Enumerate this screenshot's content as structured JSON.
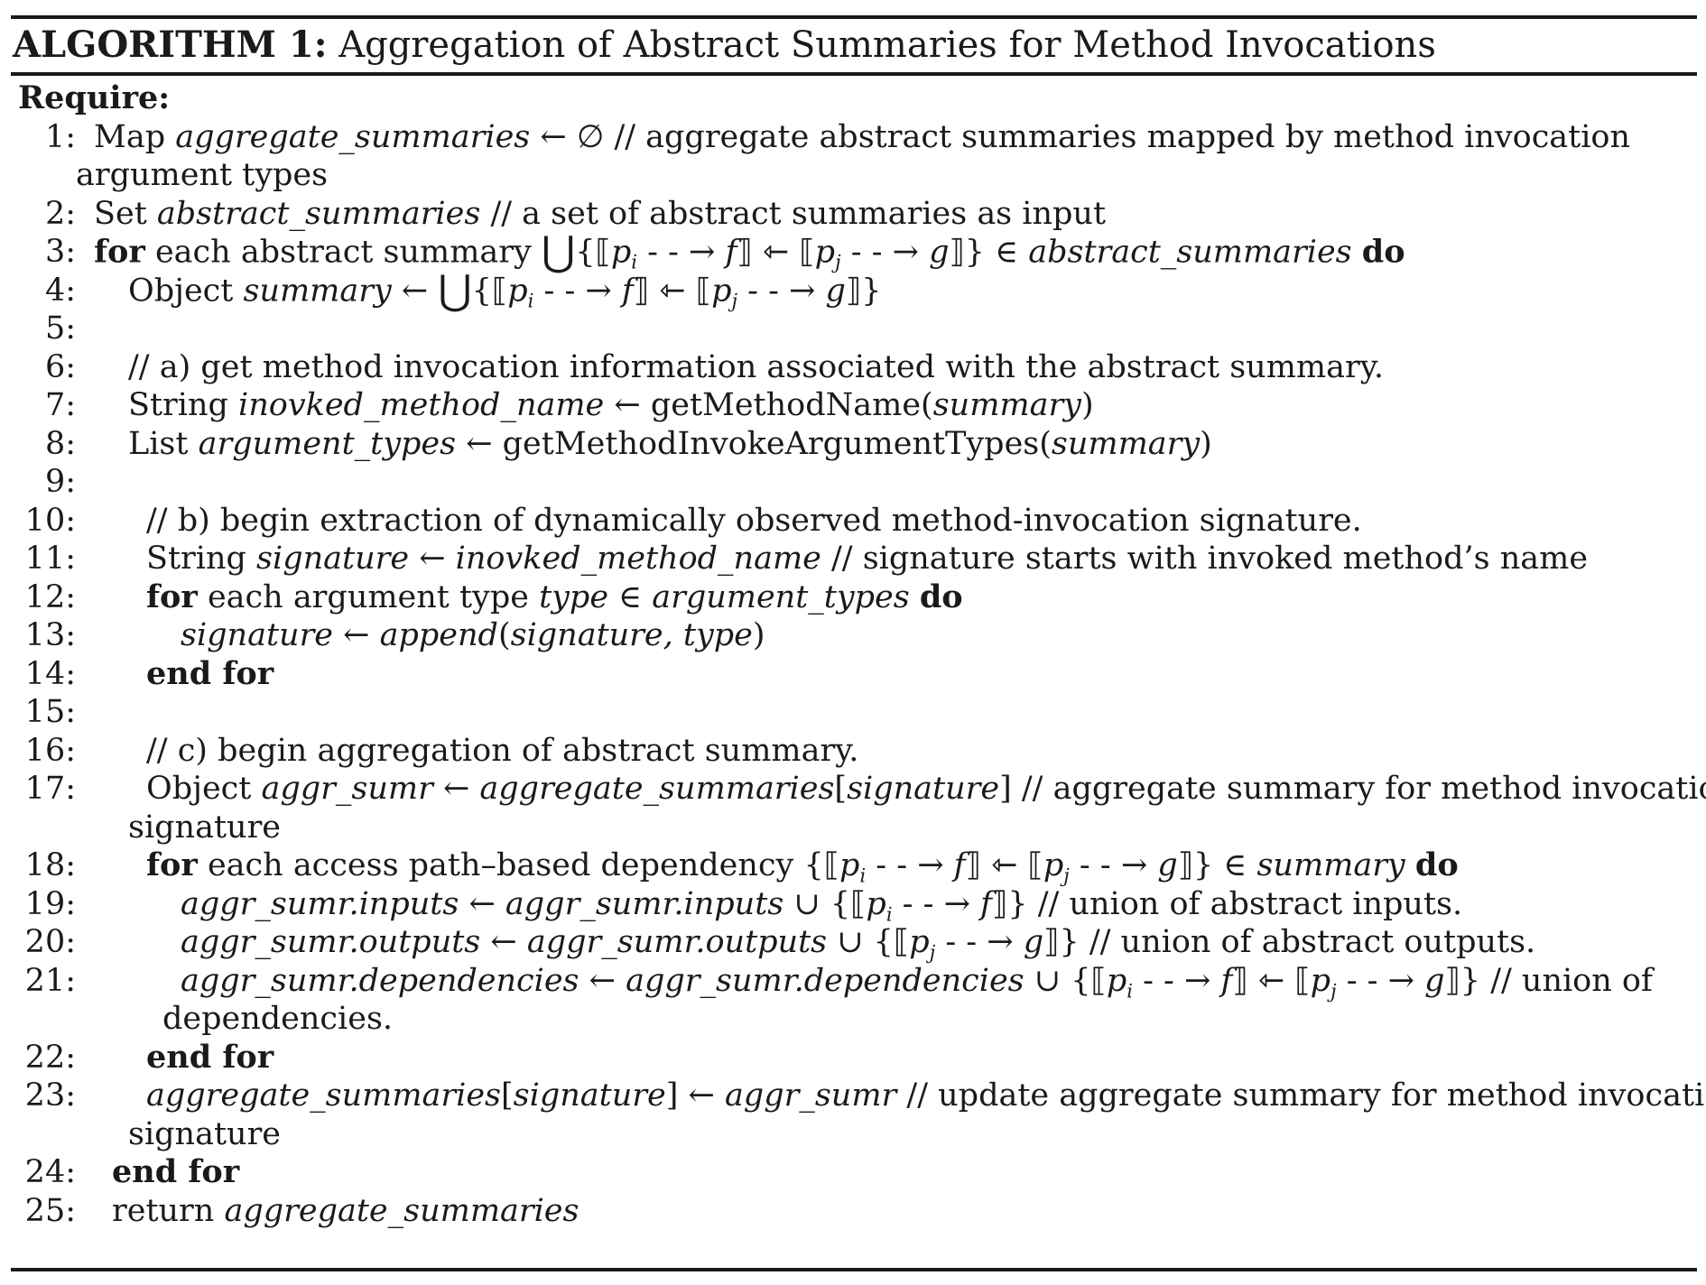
{
  "algorithm": {
    "label": "ALGORITHM 1:",
    "title": "Aggregation of Abstract Summaries for Method Invocations",
    "require_label": "Require:",
    "lines": [
      {
        "num": "1:",
        "parts": [
          [
            "t",
            "Map "
          ],
          [
            "i",
            "aggregate_summaries"
          ],
          [
            "t",
            " ← ∅ // aggregate abstract summaries mapped by method invocation"
          ]
        ],
        "indent": 0,
        "cont": "argument types",
        "cont_indent": 0
      },
      {
        "num": "2:",
        "parts": [
          [
            "t",
            "Set "
          ],
          [
            "i",
            "abstract_summaries"
          ],
          [
            "t",
            " // a set of abstract summaries as input"
          ]
        ],
        "indent": 0
      },
      {
        "num": "3:",
        "parts": [
          [
            "b",
            "for"
          ],
          [
            "t",
            " each abstract summary "
          ],
          [
            "big",
            "⋃"
          ],
          [
            "t",
            "{⟦"
          ],
          [
            "i",
            "p"
          ],
          [
            "s",
            "i"
          ],
          [
            "t",
            " - - → "
          ],
          [
            "i",
            "f"
          ],
          [
            "t",
            "⟧ ⇽ ⟦"
          ],
          [
            "i",
            "p"
          ],
          [
            "s",
            "j"
          ],
          [
            "t",
            " - - → "
          ],
          [
            "i",
            "g"
          ],
          [
            "t",
            "⟧} ∈ "
          ],
          [
            "i",
            "abstract_summaries"
          ],
          [
            "t",
            " "
          ],
          [
            "b",
            "do"
          ]
        ],
        "indent": 0
      },
      {
        "num": "4:",
        "parts": [
          [
            "t",
            "Object "
          ],
          [
            "i",
            "summary"
          ],
          [
            "t",
            " ← "
          ],
          [
            "big",
            "⋃"
          ],
          [
            "t",
            "{⟦"
          ],
          [
            "i",
            "p"
          ],
          [
            "s",
            "i"
          ],
          [
            "t",
            " - - → "
          ],
          [
            "i",
            "f"
          ],
          [
            "t",
            "⟧ ⇽ ⟦"
          ],
          [
            "i",
            "p"
          ],
          [
            "s",
            "j"
          ],
          [
            "t",
            " - - → "
          ],
          [
            "i",
            "g"
          ],
          [
            "t",
            "⟧}"
          ]
        ],
        "indent": 1
      },
      {
        "num": "5:",
        "parts": [],
        "indent": 1
      },
      {
        "num": "6:",
        "parts": [
          [
            "t",
            "// a) get method invocation information associated with the abstract summary."
          ]
        ],
        "indent": 1
      },
      {
        "num": "7:",
        "parts": [
          [
            "t",
            "String "
          ],
          [
            "i",
            "inovked_method_name"
          ],
          [
            "t",
            " ← getMethodName("
          ],
          [
            "i",
            "summary"
          ],
          [
            "t",
            ")"
          ]
        ],
        "indent": 1
      },
      {
        "num": "8:",
        "parts": [
          [
            "t",
            "List "
          ],
          [
            "i",
            "argument_types"
          ],
          [
            "t",
            " ← getMethodInvokeArgumentTypes("
          ],
          [
            "i",
            "summary"
          ],
          [
            "t",
            ")"
          ]
        ],
        "indent": 1
      },
      {
        "num": "9:",
        "parts": [],
        "indent": 1
      },
      {
        "num": "10:",
        "parts": [
          [
            "t",
            "// b) begin extraction of dynamically observed method-invocation signature."
          ]
        ],
        "indent": 1
      },
      {
        "num": "11:",
        "parts": [
          [
            "t",
            "String "
          ],
          [
            "i",
            "signature"
          ],
          [
            "t",
            " ← "
          ],
          [
            "i",
            "inovked_method_name"
          ],
          [
            "t",
            " // signature starts with invoked method’s name"
          ]
        ],
        "indent": 1
      },
      {
        "num": "12:",
        "parts": [
          [
            "b",
            "for"
          ],
          [
            "t",
            " each argument type "
          ],
          [
            "i",
            "type"
          ],
          [
            "t",
            " ∈ "
          ],
          [
            "i",
            "argument_types"
          ],
          [
            "t",
            " "
          ],
          [
            "b",
            "do"
          ]
        ],
        "indent": 1
      },
      {
        "num": "13:",
        "parts": [
          [
            "i",
            "signature"
          ],
          [
            "t",
            " ← "
          ],
          [
            "i",
            "append"
          ],
          [
            "t",
            "("
          ],
          [
            "i",
            "signature, type"
          ],
          [
            "t",
            ")"
          ]
        ],
        "indent": 2
      },
      {
        "num": "14:",
        "parts": [
          [
            "b",
            "end for"
          ]
        ],
        "indent": 1
      },
      {
        "num": "15:",
        "parts": [],
        "indent": 1
      },
      {
        "num": "16:",
        "parts": [
          [
            "t",
            "// c) begin aggregation of abstract summary."
          ]
        ],
        "indent": 1
      },
      {
        "num": "17:",
        "parts": [
          [
            "t",
            "Object "
          ],
          [
            "i",
            "aggr_sumr"
          ],
          [
            "t",
            " ← "
          ],
          [
            "i",
            "aggregate_summaries"
          ],
          [
            "t",
            "["
          ],
          [
            "i",
            "signature"
          ],
          [
            "t",
            "] // aggregate summary for method invocation"
          ]
        ],
        "indent": 1,
        "cont": "signature",
        "cont_indent": 1
      },
      {
        "num": "18:",
        "parts": [
          [
            "b",
            "for"
          ],
          [
            "t",
            " each access path–based dependency {⟦"
          ],
          [
            "i",
            "p"
          ],
          [
            "s",
            "i"
          ],
          [
            "t",
            " - - → "
          ],
          [
            "i",
            "f"
          ],
          [
            "t",
            "⟧ ⇽ ⟦"
          ],
          [
            "i",
            "p"
          ],
          [
            "s",
            "j"
          ],
          [
            "t",
            " - - → "
          ],
          [
            "i",
            "g"
          ],
          [
            "t",
            "⟧} ∈ "
          ],
          [
            "i",
            "summary"
          ],
          [
            "t",
            "  "
          ],
          [
            "b",
            "do"
          ]
        ],
        "indent": 1
      },
      {
        "num": "19:",
        "parts": [
          [
            "i",
            "aggr_sumr.inputs"
          ],
          [
            "t",
            " ← "
          ],
          [
            "i",
            "aggr_sumr.inputs"
          ],
          [
            "t",
            " ∪ {⟦"
          ],
          [
            "i",
            "p"
          ],
          [
            "s",
            "i"
          ],
          [
            "t",
            " - - → "
          ],
          [
            "i",
            "f"
          ],
          [
            "t",
            "⟧} // union of abstract inputs."
          ]
        ],
        "indent": 2
      },
      {
        "num": "20:",
        "parts": [
          [
            "i",
            "aggr_sumr.outputs"
          ],
          [
            "t",
            " ← "
          ],
          [
            "i",
            "aggr_sumr.outputs"
          ],
          [
            "t",
            " ∪ {⟦"
          ],
          [
            "i",
            "p"
          ],
          [
            "s",
            "j"
          ],
          [
            "t",
            " - - → "
          ],
          [
            "i",
            "g"
          ],
          [
            "t",
            "⟧} // union of abstract outputs."
          ]
        ],
        "indent": 2
      },
      {
        "num": "21:",
        "parts": [
          [
            "i",
            "aggr_sumr.dependencies"
          ],
          [
            "t",
            " ← "
          ],
          [
            "i",
            "aggr_sumr.dependencies"
          ],
          [
            "t",
            " ∪ {⟦"
          ],
          [
            "i",
            "p"
          ],
          [
            "s",
            "i"
          ],
          [
            "t",
            " - - → "
          ],
          [
            "i",
            "f"
          ],
          [
            "t",
            "⟧ ⇽ ⟦"
          ],
          [
            "i",
            "p"
          ],
          [
            "s",
            "j"
          ],
          [
            "t",
            " - - → "
          ],
          [
            "i",
            "g"
          ],
          [
            "t",
            "⟧} // union of"
          ]
        ],
        "indent": 2,
        "cont": "dependencies.",
        "cont_indent": 2
      },
      {
        "num": "22:",
        "parts": [
          [
            "b",
            "end for"
          ]
        ],
        "indent": 1
      },
      {
        "num": "23:",
        "parts": [
          [
            "i",
            "aggregate_summaries"
          ],
          [
            "t",
            "["
          ],
          [
            "i",
            "signature"
          ],
          [
            "t",
            "] ← "
          ],
          [
            "i",
            "aggr_sumr"
          ],
          [
            "t",
            " // update aggregate summary for method invocation"
          ]
        ],
        "indent": 1,
        "cont": "signature",
        "cont_indent": 1
      },
      {
        "num": "24:",
        "parts": [
          [
            "b",
            "end for"
          ]
        ],
        "indent": 0
      },
      {
        "num": "25:",
        "parts": [
          [
            "t",
            "return "
          ],
          [
            "i",
            "aggregate_summaries"
          ]
        ],
        "indent": 0
      }
    ]
  }
}
